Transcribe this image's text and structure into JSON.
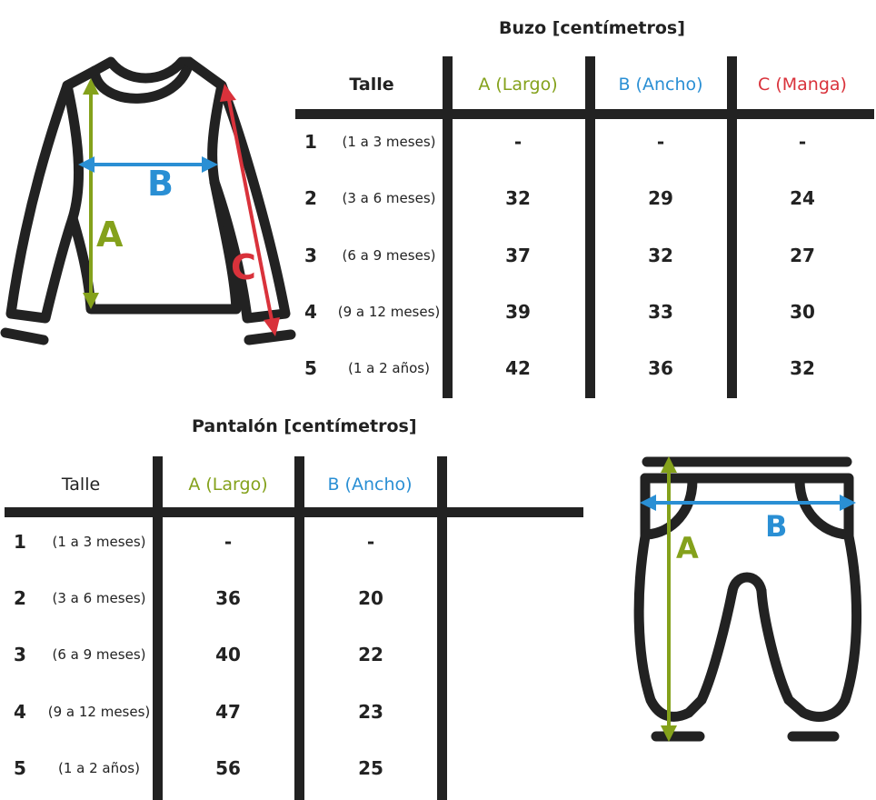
{
  "colors": {
    "a": "#84a11b",
    "b": "#2a8fd4",
    "c": "#d9323b",
    "line": "#222222"
  },
  "icons": {
    "sweater": "sweater-icon",
    "pants": "pants-icon"
  },
  "buzo": {
    "title": "Buzo [centímetros]",
    "headers": {
      "talle": "Talle",
      "a": "A (Largo)",
      "b": "B (Ancho)",
      "c": "C (Manga)"
    },
    "rows": [
      {
        "num": "1",
        "label": "(1 a 3 meses)",
        "a": "-",
        "b": "-",
        "c": "-"
      },
      {
        "num": "2",
        "label": "(3 a 6 meses)",
        "a": "32",
        "b": "29",
        "c": "24"
      },
      {
        "num": "3",
        "label": "(6 a 9 meses)",
        "a": "37",
        "b": "32",
        "c": "27"
      },
      {
        "num": "4",
        "label": "(9 a 12 meses)",
        "a": "39",
        "b": "33",
        "c": "30"
      },
      {
        "num": "5",
        "label": "(1 a 2 años)",
        "a": "42",
        "b": "36",
        "c": "32"
      }
    ],
    "diagram_labels": {
      "a": "A",
      "b": "B",
      "c": "C"
    }
  },
  "pantalon": {
    "title": "Pantalón [centímetros]",
    "headers": {
      "talle": "Talle",
      "a": "A (Largo)",
      "b": "B (Ancho)"
    },
    "rows": [
      {
        "num": "1",
        "label": "(1 a 3 meses)",
        "a": "-",
        "b": "-"
      },
      {
        "num": "2",
        "label": "(3 a 6 meses)",
        "a": "36",
        "b": "20"
      },
      {
        "num": "3",
        "label": "(6 a 9 meses)",
        "a": "40",
        "b": "22"
      },
      {
        "num": "4",
        "label": "(9 a 12 meses)",
        "a": "47",
        "b": "23"
      },
      {
        "num": "5",
        "label": "(1 a 2 años)",
        "a": "56",
        "b": "25"
      }
    ],
    "diagram_labels": {
      "a": "A",
      "b": "B"
    }
  }
}
